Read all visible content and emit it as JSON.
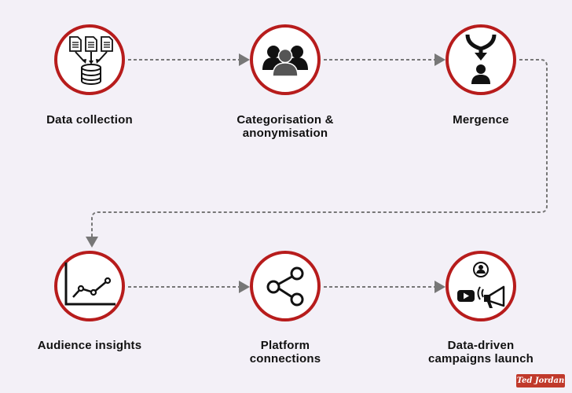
{
  "steps": [
    {
      "label": "Data collection",
      "icon": "database-documents-icon"
    },
    {
      "label": "Categorisation &\nanonymisation",
      "icon": "people-group-icon"
    },
    {
      "label": "Mergence",
      "icon": "merge-user-icon"
    },
    {
      "label": "Audience insights",
      "icon": "line-chart-icon"
    },
    {
      "label": "Platform\nconnections",
      "icon": "share-icon"
    },
    {
      "label": "Data-driven\ncampaigns launch",
      "icon": "megaphone-video-icon"
    }
  ],
  "brand": {
    "text": "Ted Jordan"
  },
  "colors": {
    "ring": "#b71c1c",
    "background": "#f3f0f7",
    "connector": "#777777",
    "badge": "#c0392b"
  }
}
